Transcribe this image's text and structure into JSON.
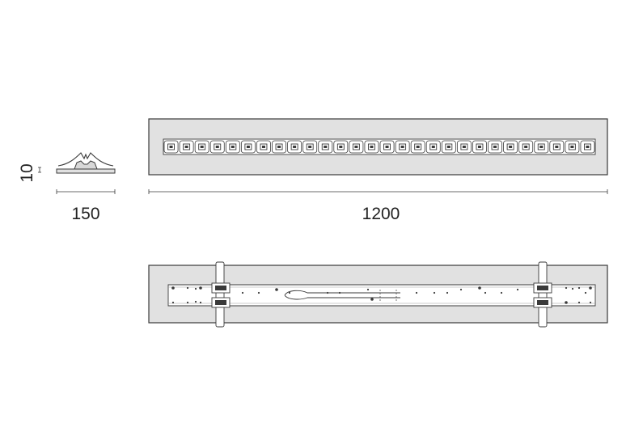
{
  "dimensions": {
    "side_height": "10",
    "side_width": "150",
    "length": "1200"
  },
  "colors": {
    "panel": "#e1e1e1",
    "stroke": "#3a3a3a",
    "text": "#222222",
    "background": "#ffffff"
  },
  "front_view": {
    "led_count": 28
  },
  "back_view": {
    "brackets": 2
  }
}
